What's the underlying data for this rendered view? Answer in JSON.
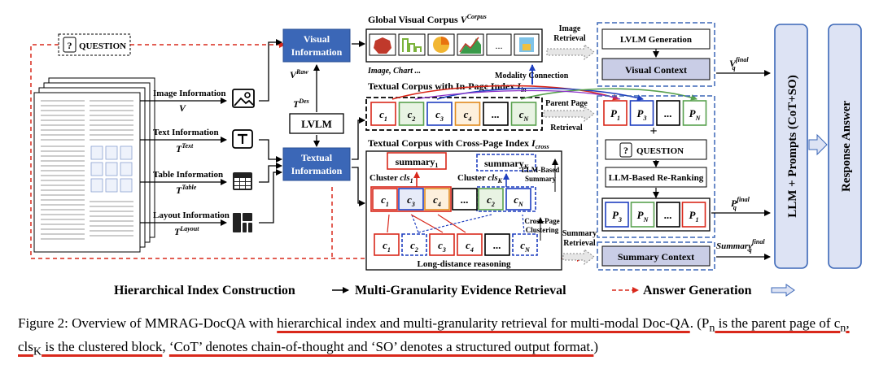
{
  "figure": {
    "question_label": "QUESTION",
    "info_types": [
      {
        "label": "Image Information",
        "symbol": "V"
      },
      {
        "label": "Text Information",
        "symbol": "T",
        "sup": "Text"
      },
      {
        "label": "Table Information",
        "symbol": "T",
        "sup": "Table"
      },
      {
        "label": "Layout Information",
        "symbol": "T",
        "sup": "Layout"
      }
    ],
    "visual_information": [
      "Visual",
      "Information"
    ],
    "textual_information": [
      "Textual",
      "Information"
    ],
    "lvlm": "LVLM",
    "v_raw": {
      "base": "V",
      "sup": "Raw"
    },
    "t_des": {
      "base": "T",
      "sup": "Des"
    },
    "global_visual_corpus": {
      "text": "Global Visual Corpus ",
      "sym": "V",
      "sup": "Corpus"
    },
    "image_chart_caption": "Image, Chart ...",
    "ellipsis": "...",
    "modality_connection": "Modality Connection",
    "image_retrieval": [
      "Image",
      "Retrieval"
    ],
    "lvlm_generation": "LVLM Generation",
    "visual_context": "Visual Context",
    "vq_final": {
      "base": "V",
      "sub": "q",
      "sup": "final"
    },
    "in_page_corpus": {
      "text": "Textual Corpus with In-Page Index ",
      "sym": "I",
      "sub": "in"
    },
    "in_page_chunks": [
      "c1",
      "c2",
      "c3",
      "c4",
      "...",
      "cN"
    ],
    "parent_page_retrieval": [
      "Parent Page",
      "Retrieval"
    ],
    "parent_pages": [
      "P1",
      "P3",
      "...",
      "PN"
    ],
    "plus_sign": "+",
    "llm_reranking": "LLM-Based Re-Ranking",
    "reranked_pages": [
      "P3",
      "PN",
      "...",
      "P1"
    ],
    "pq_final": {
      "base": "P",
      "sub": "q",
      "sup": "final"
    },
    "cross_page_corpus": {
      "text": "Textual Corpus with Cross-Page Index ",
      "sym": "I",
      "sub": "cross"
    },
    "summary_1": {
      "base": "summary",
      "sub": "1"
    },
    "summary_k": {
      "base": "summary",
      "sub": "K"
    },
    "cluster_1": {
      "text": "Cluster ",
      "sym": "cls",
      "sub": "1"
    },
    "cluster_k": {
      "text": "Cluster ",
      "sym": "cls",
      "sub": "K"
    },
    "llm_based_summary": [
      "LLM-Based",
      "Summary"
    ],
    "cluster_row": [
      "c1",
      "c3",
      "c4",
      "...",
      "c2",
      "cN"
    ],
    "cross_page_clustering": [
      "Cross-Page",
      "Clustering"
    ],
    "bottom_row": [
      "c1",
      "c2",
      "c3",
      "c4",
      "...",
      "cN"
    ],
    "long_distance_reasoning": "Long-distance reasoning",
    "summary_retrieval": [
      "Summary",
      "Retrieval"
    ],
    "summary_context": "Summary Context",
    "summary_q_final": {
      "base": "Summary",
      "sub": "q",
      "sup": "final"
    },
    "llm_prompts": "LLM + Prompts (CoT+SO)",
    "response_answer": "Response Answer",
    "legend": {
      "part1": "Hierarchical Index Construction",
      "part2": "Multi-Granularity Evidence Retrieval",
      "part3": "Answer Generation"
    }
  },
  "caption": {
    "prefix": "Figure 2: Overview of MMRAG-DocQA with ",
    "u1": "hierarchical index and multi-granularity retrieval for multi-modal Doc-QA",
    "mid1": ". (P",
    "sub_n": "n",
    "u2": " is the parent page of c",
    "u2b": ", cls",
    "sub_k": "K",
    "u2c": " is the clustered block",
    "mid2": ", ",
    "u3": "‘CoT’ denotes chain-of-thought and ‘SO’ denotes a structured output format.",
    "suffix": ")"
  },
  "colors": {
    "blue_box": "#3b67b7",
    "red": "#d9281b",
    "blue_chunk": "#1f3fbf",
    "green": "#59a14f",
    "orange": "#e08a1e",
    "gray_box": "#c9cde6",
    "lavender": "#dde3f4"
  }
}
